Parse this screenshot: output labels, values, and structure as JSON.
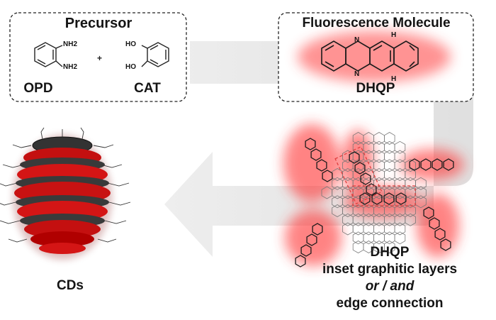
{
  "precursor_box": {
    "title": "Precursor",
    "left_molecule": {
      "name": "OPD",
      "groups": [
        "NH2",
        "NH2"
      ]
    },
    "plus": "+",
    "right_molecule": {
      "name": "CAT",
      "groups": [
        "HO",
        "HO"
      ]
    }
  },
  "fluorescence_box": {
    "title": "Fluorescence Molecule",
    "molecule": {
      "name": "DHQP",
      "atoms": [
        "N",
        "N",
        "H",
        "H"
      ]
    }
  },
  "product": {
    "name": "CDs"
  },
  "structure_caption": {
    "line1": "DHQP",
    "line2": "inset graphitic layers",
    "line3": "or / and",
    "line4": "edge connection"
  },
  "colors": {
    "glow": "#ff3030",
    "arrow": "#d6d6d6",
    "dot_layer": "#b00000",
    "dark_layer": "#3a3a3a",
    "text": "#141414"
  }
}
